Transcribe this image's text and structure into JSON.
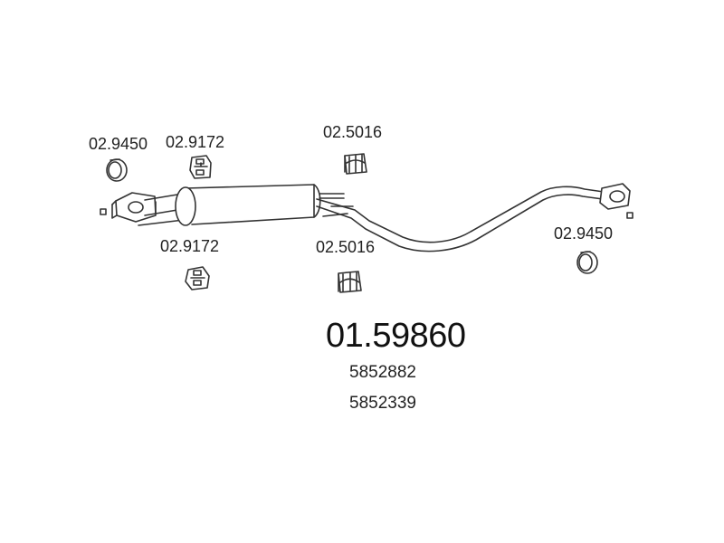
{
  "colors": {
    "line": "#333333",
    "text": "#222222",
    "background": "#ffffff"
  },
  "parts": {
    "ring_left": "02.9450",
    "hanger_top": "02.9172",
    "hanger_bottom": "02.9172",
    "clamp_top": "02.5016",
    "clamp_bottom": "02.5016",
    "ring_right": "02.9450"
  },
  "main_part": {
    "number": "01.59860",
    "oe_numbers": [
      "5852882",
      "5852339"
    ]
  }
}
